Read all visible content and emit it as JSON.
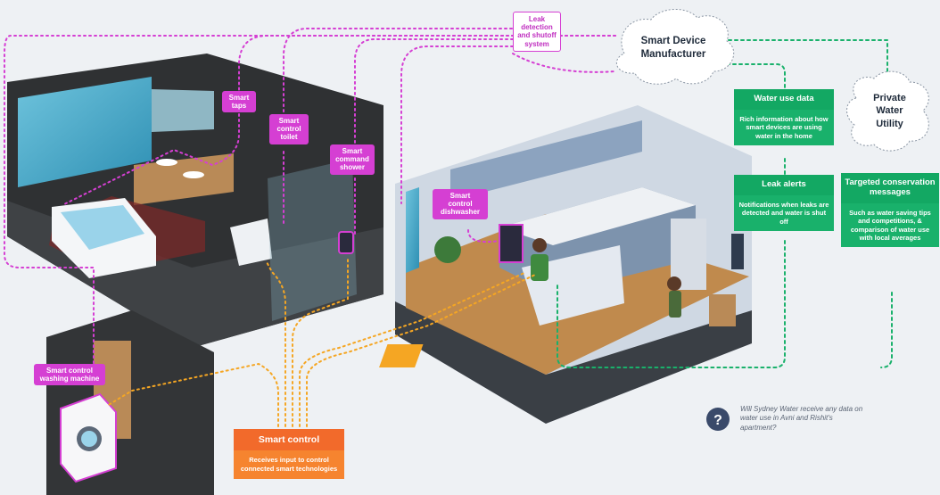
{
  "clouds": {
    "manufacturer": [
      "Smart Device",
      "Manufacturer"
    ],
    "utility": [
      "Private",
      "Water",
      "Utility"
    ]
  },
  "devices": {
    "leak_detection": [
      "Leak detection",
      "and shutoff",
      "system"
    ],
    "smart_taps": [
      "Smart",
      "taps"
    ],
    "smart_toilet": [
      "Smart",
      "control",
      "toilet"
    ],
    "smart_shower": [
      "Smart",
      "command",
      "shower"
    ],
    "smart_dishwasher": [
      "Smart",
      "control",
      "dishwasher"
    ],
    "smart_washing_machine": [
      "Smart control",
      "washing machine"
    ]
  },
  "data_flows": {
    "water_use": {
      "title": "Water use data",
      "body": "Rich information about how smart devices are using water in the home"
    },
    "leak_alerts": {
      "title": "Leak alerts",
      "body": "Notifications when leaks are detected and water is shut off"
    },
    "conservation": {
      "title": "Targeted conservation messages",
      "body": "Such as water saving tips and competitions, & comparison of water use with local averages"
    }
  },
  "smart_control": {
    "title": "Smart control",
    "body": "Receives input to control connected smart technologies"
  },
  "question": {
    "icon": "question-mark-icon",
    "text": "Will Sydney Water receive any data on water use in Avni and Rishit's apartment?"
  },
  "colors": {
    "pink": "#d53fd3",
    "green": "#19b16b",
    "orange": "#f6842f",
    "background": "#eef1f4"
  }
}
